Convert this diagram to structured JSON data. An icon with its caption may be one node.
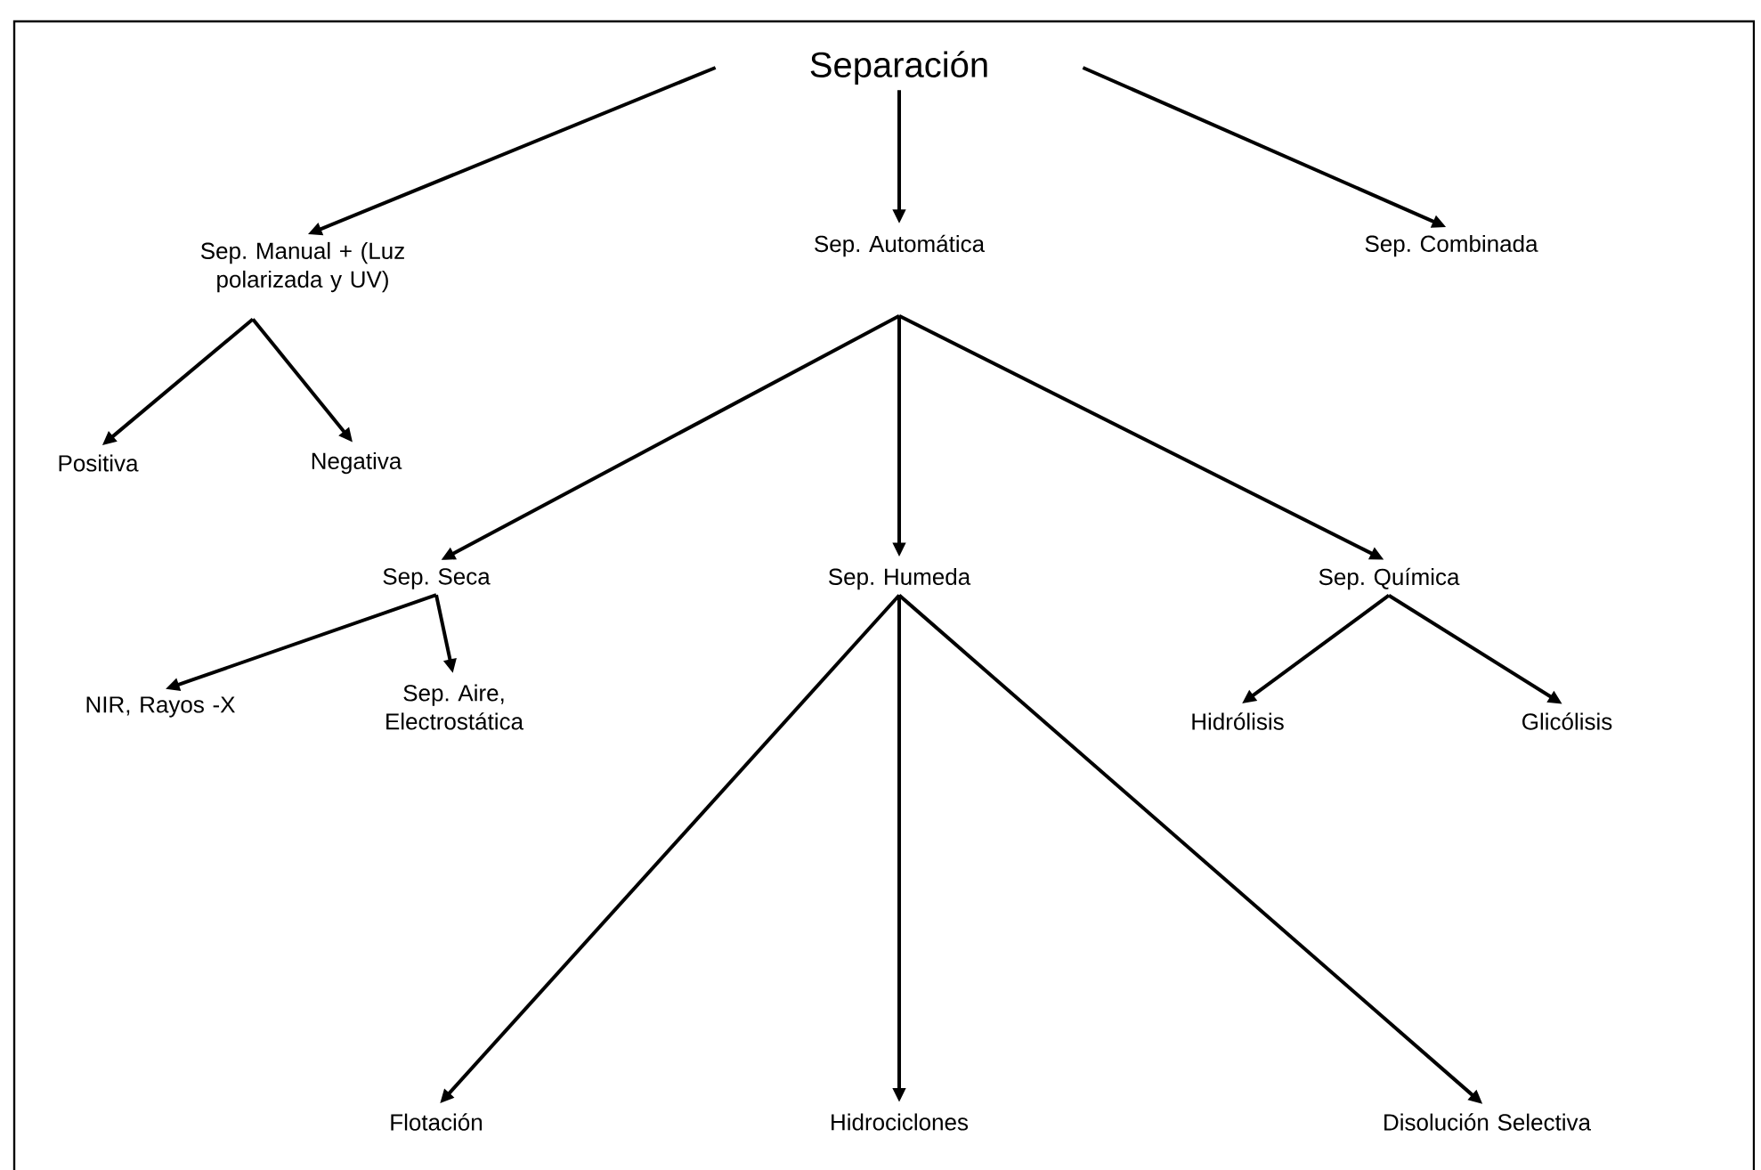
{
  "diagram": {
    "nodes": [
      {
        "text": [
          "Separación"
        ]
      },
      {
        "text": [
          "Sep. Manual + (Luz polarizada y UV)"
        ]
      },
      {
        "text": [
          "Sep. Automática"
        ]
      },
      {
        "text": [
          "Sep. Combinada"
        ]
      },
      {
        "text": [
          "Positiva"
        ]
      },
      {
        "text": [
          "Negativa"
        ]
      },
      {
        "text": [
          "Sep. Seca"
        ]
      },
      {
        "text": [
          "Sep. Humeda"
        ]
      },
      {
        "text": [
          "Sep. Química"
        ]
      },
      {
        "text": [
          "NIR, Rayos -X"
        ]
      },
      {
        "text": [
          "Sep. Aire, Electrostática"
        ]
      },
      {
        "text": [
          "Hidrólisis"
        ]
      },
      {
        "text": [
          "Glicólisis"
        ]
      },
      {
        "text": [
          "Flotación"
        ]
      },
      {
        "text": [
          "Hidrociclones"
        ]
      },
      {
        "text": [
          "Disolución Selectiva"
        ]
      }
    ],
    "edges": [
      {
        "from": 0,
        "to": 1,
        "arrow": "to"
      },
      {
        "from": 0,
        "to": 2,
        "arrow": "to"
      },
      {
        "from": 0,
        "to": 3,
        "arrow": "to"
      },
      {
        "from": 1,
        "to": 4,
        "arrow": "to"
      },
      {
        "from": 1,
        "to": 5,
        "arrow": "to"
      },
      {
        "from": 2,
        "to": 6,
        "arrow": "to"
      },
      {
        "from": 2,
        "to": 7,
        "arrow": "to"
      },
      {
        "from": 2,
        "to": 8,
        "arrow": "to"
      },
      {
        "from": 6,
        "to": 9,
        "arrow": "to"
      },
      {
        "from": 6,
        "to": 10,
        "arrow": "to"
      },
      {
        "from": 8,
        "to": 11,
        "arrow": "to"
      },
      {
        "from": 8,
        "to": 12,
        "arrow": "to"
      },
      {
        "from": 7,
        "to": 13,
        "arrow": "to"
      },
      {
        "from": 7,
        "to": 14,
        "arrow": "to"
      },
      {
        "from": 7,
        "to": 15,
        "arrow": "to"
      }
    ]
  }
}
